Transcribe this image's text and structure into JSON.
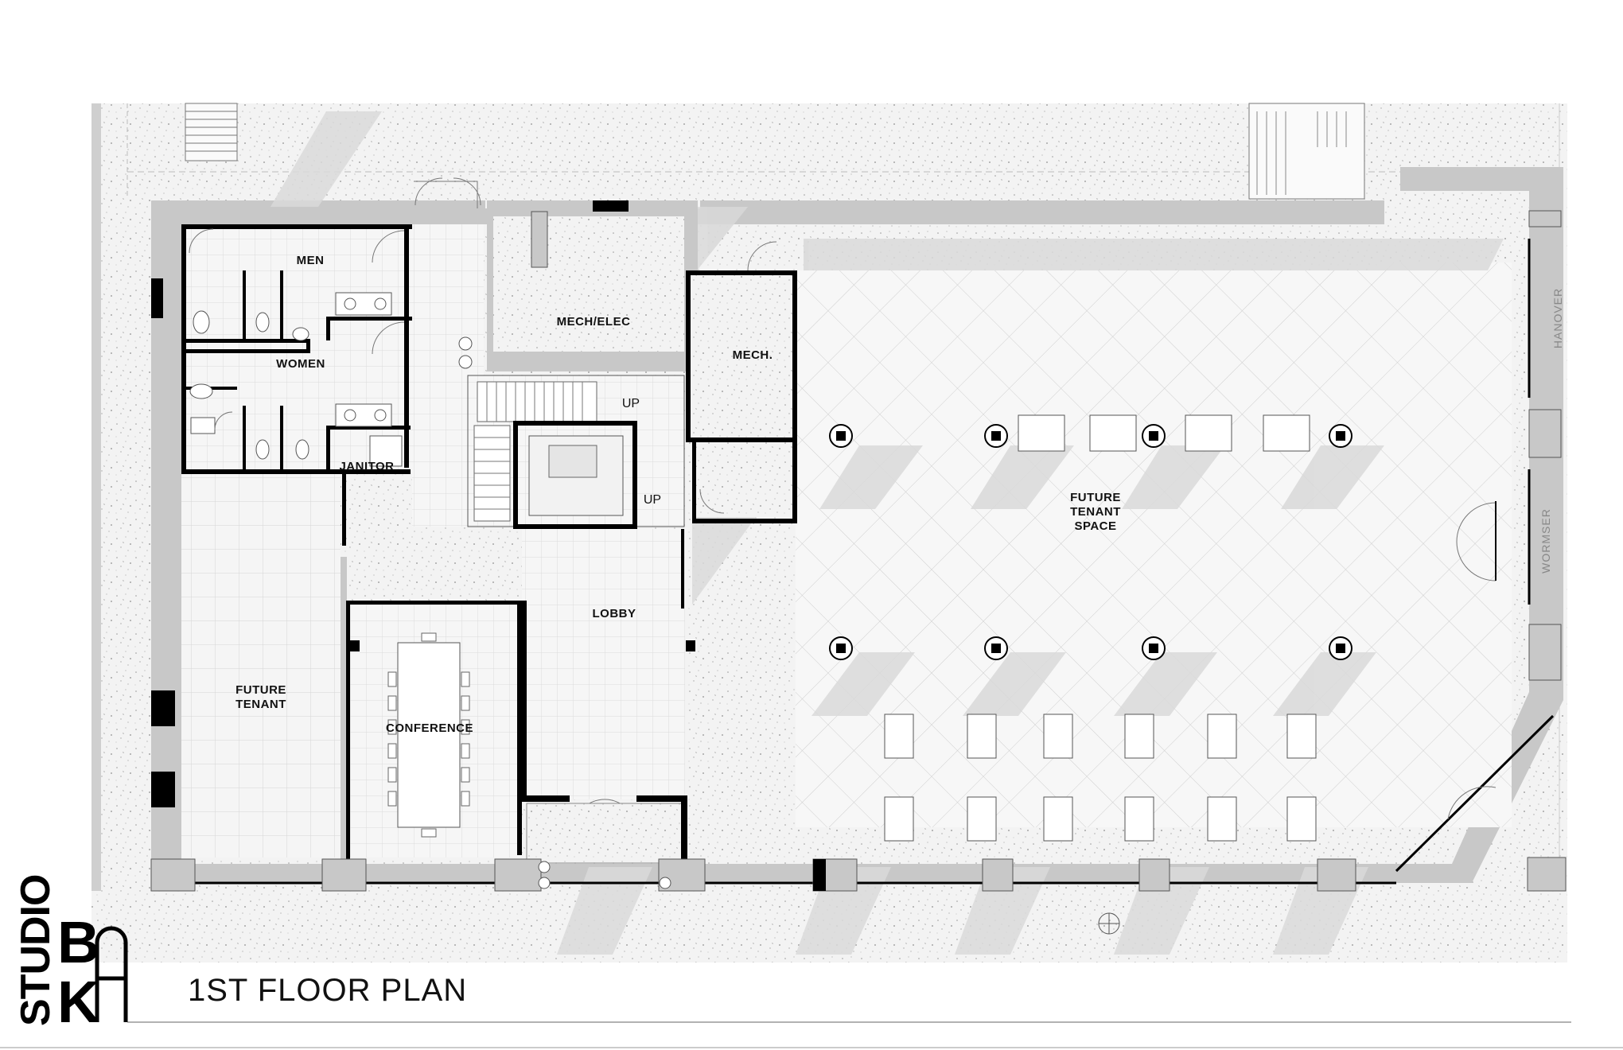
{
  "title": "1ST FLOOR PLAN",
  "logo": {
    "text": "STUDIO BKA"
  },
  "rooms": {
    "men": "MEN",
    "women": "WOMEN",
    "janitor": "JANITOR",
    "mech_elec": "MECH/ELEC",
    "mech": "MECH.",
    "lobby": "LOBBY",
    "conference": "CONFERENCE",
    "future_tenant_line1": "FUTURE",
    "future_tenant_line2": "TENANT",
    "future_space_line1": "FUTURE",
    "future_space_line2": "TENANT",
    "future_space_line3": "SPACE"
  },
  "stairs": {
    "up_1": "UP",
    "up_2": "UP"
  },
  "streets": {
    "hanover": "HANOVER",
    "wormser": "WORMSER"
  },
  "colors": {
    "wall": "#000000",
    "wall_fill": "#c8c8c8",
    "floor": "#f4f4f4",
    "shadow": "#d6d6d6",
    "sidewalk": "#f0f0f0"
  }
}
